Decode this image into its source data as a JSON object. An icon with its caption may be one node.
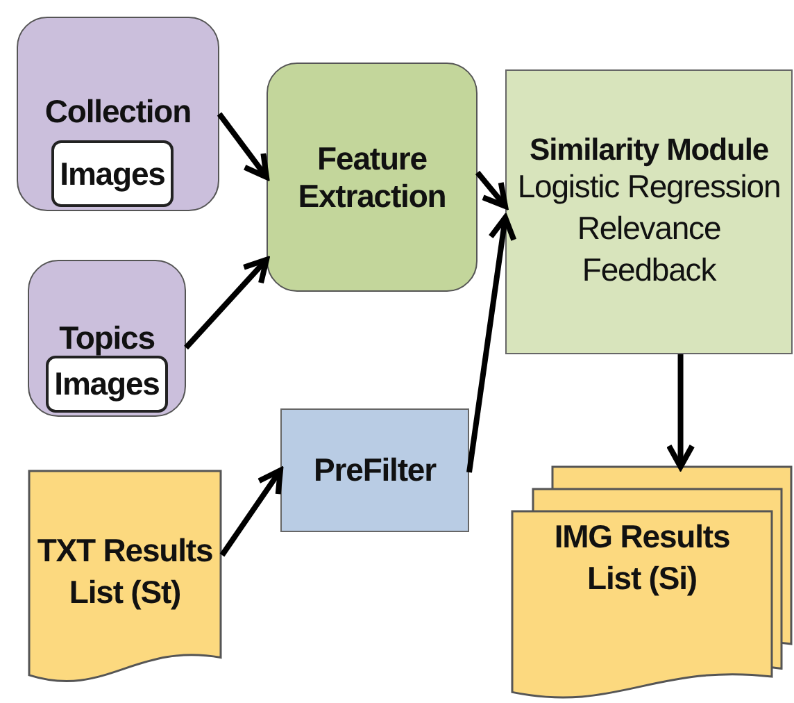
{
  "diagram": {
    "nodes": [
      {
        "text": [
          "Collection"
        ]
      },
      {
        "text": [
          "Images"
        ],
        "in": 0
      },
      {
        "text": [
          "Topics"
        ]
      },
      {
        "text": [
          "Images"
        ],
        "in": 2
      },
      {
        "text": [
          "Feature Extraction"
        ]
      },
      {
        "text": [
          "Similarity Module",
          "Logistic Regression Relevance Feedback"
        ]
      },
      {
        "text": [
          "TXT Results List (St)"
        ]
      },
      {
        "text": [
          "PreFilter"
        ]
      },
      {
        "text": [
          "IMG Results List (Si)"
        ]
      }
    ],
    "edges": [
      {
        "from": 0,
        "to": 4,
        "arrow": "to"
      },
      {
        "from": 2,
        "to": 4,
        "arrow": "to"
      },
      {
        "from": 4,
        "to": 5,
        "arrow": "to"
      },
      {
        "from": 7,
        "to": 5,
        "arrow": "to"
      },
      {
        "from": 6,
        "to": 7,
        "arrow": "to"
      },
      {
        "from": 5,
        "to": 8,
        "arrow": "to"
      }
    ]
  }
}
